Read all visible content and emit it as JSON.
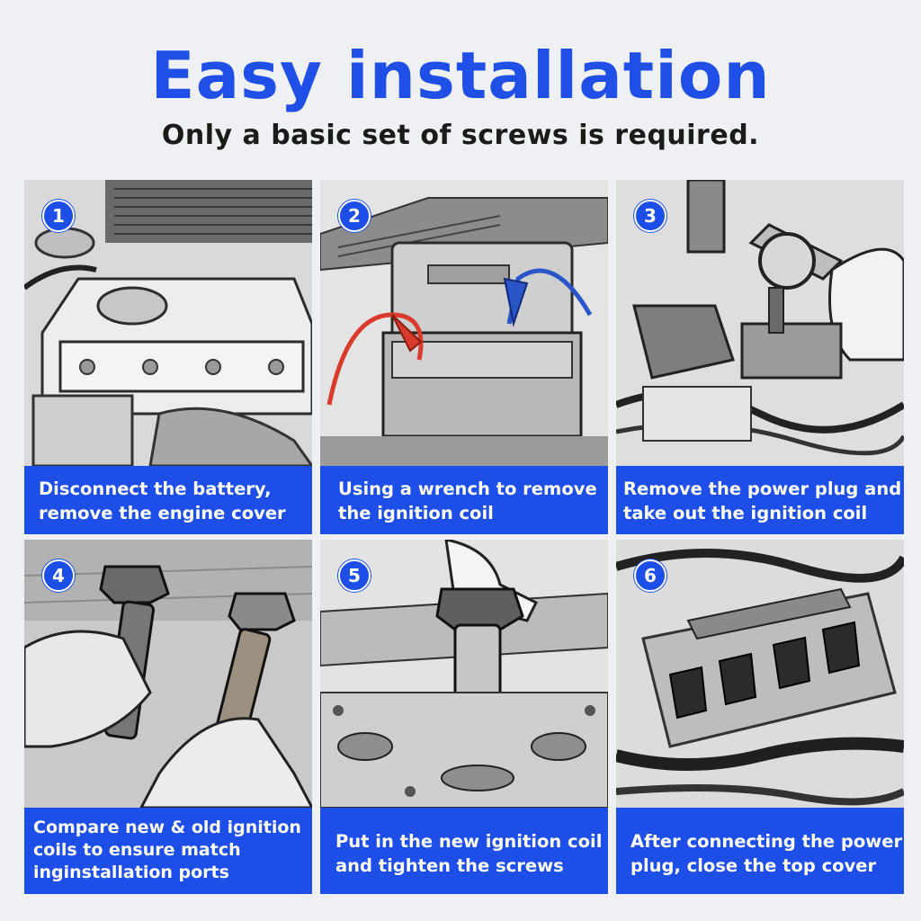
{
  "header": {
    "title": "Easy installation",
    "subtitle": "Only a basic set of screws is required."
  },
  "steps": [
    {
      "number": "1",
      "lines": [
        "Disconnect the battery,",
        "remove the engine cover"
      ]
    },
    {
      "number": "2",
      "lines": [
        "Using a wrench to remove",
        "the ignition coil"
      ]
    },
    {
      "number": "3",
      "lines": [
        "Remove the power plug and",
        "take out the ignition coil"
      ]
    },
    {
      "number": "4",
      "lines": [
        "Compare new & old ignition",
        "coils to ensure match",
        "inginstallation ports"
      ]
    },
    {
      "number": "5",
      "lines": [
        "Put in the new ignition coil",
        "and tighten the screws"
      ]
    },
    {
      "number": "6",
      "lines": [
        "After connecting the power",
        "plug, close the top cover"
      ]
    }
  ],
  "colors": {
    "accent": "#1d4ee8",
    "title": "#1f4fe6",
    "background": "#eef0f3",
    "battery_positive_cable": "#d93a2b",
    "battery_negative_cable": "#2a55c8"
  },
  "icons": [
    "engine-illustration",
    "battery-illustration",
    "wrench-illustration",
    "ignition-coil-illustration",
    "coil-install-illustration",
    "coil-pack-illustration"
  ]
}
